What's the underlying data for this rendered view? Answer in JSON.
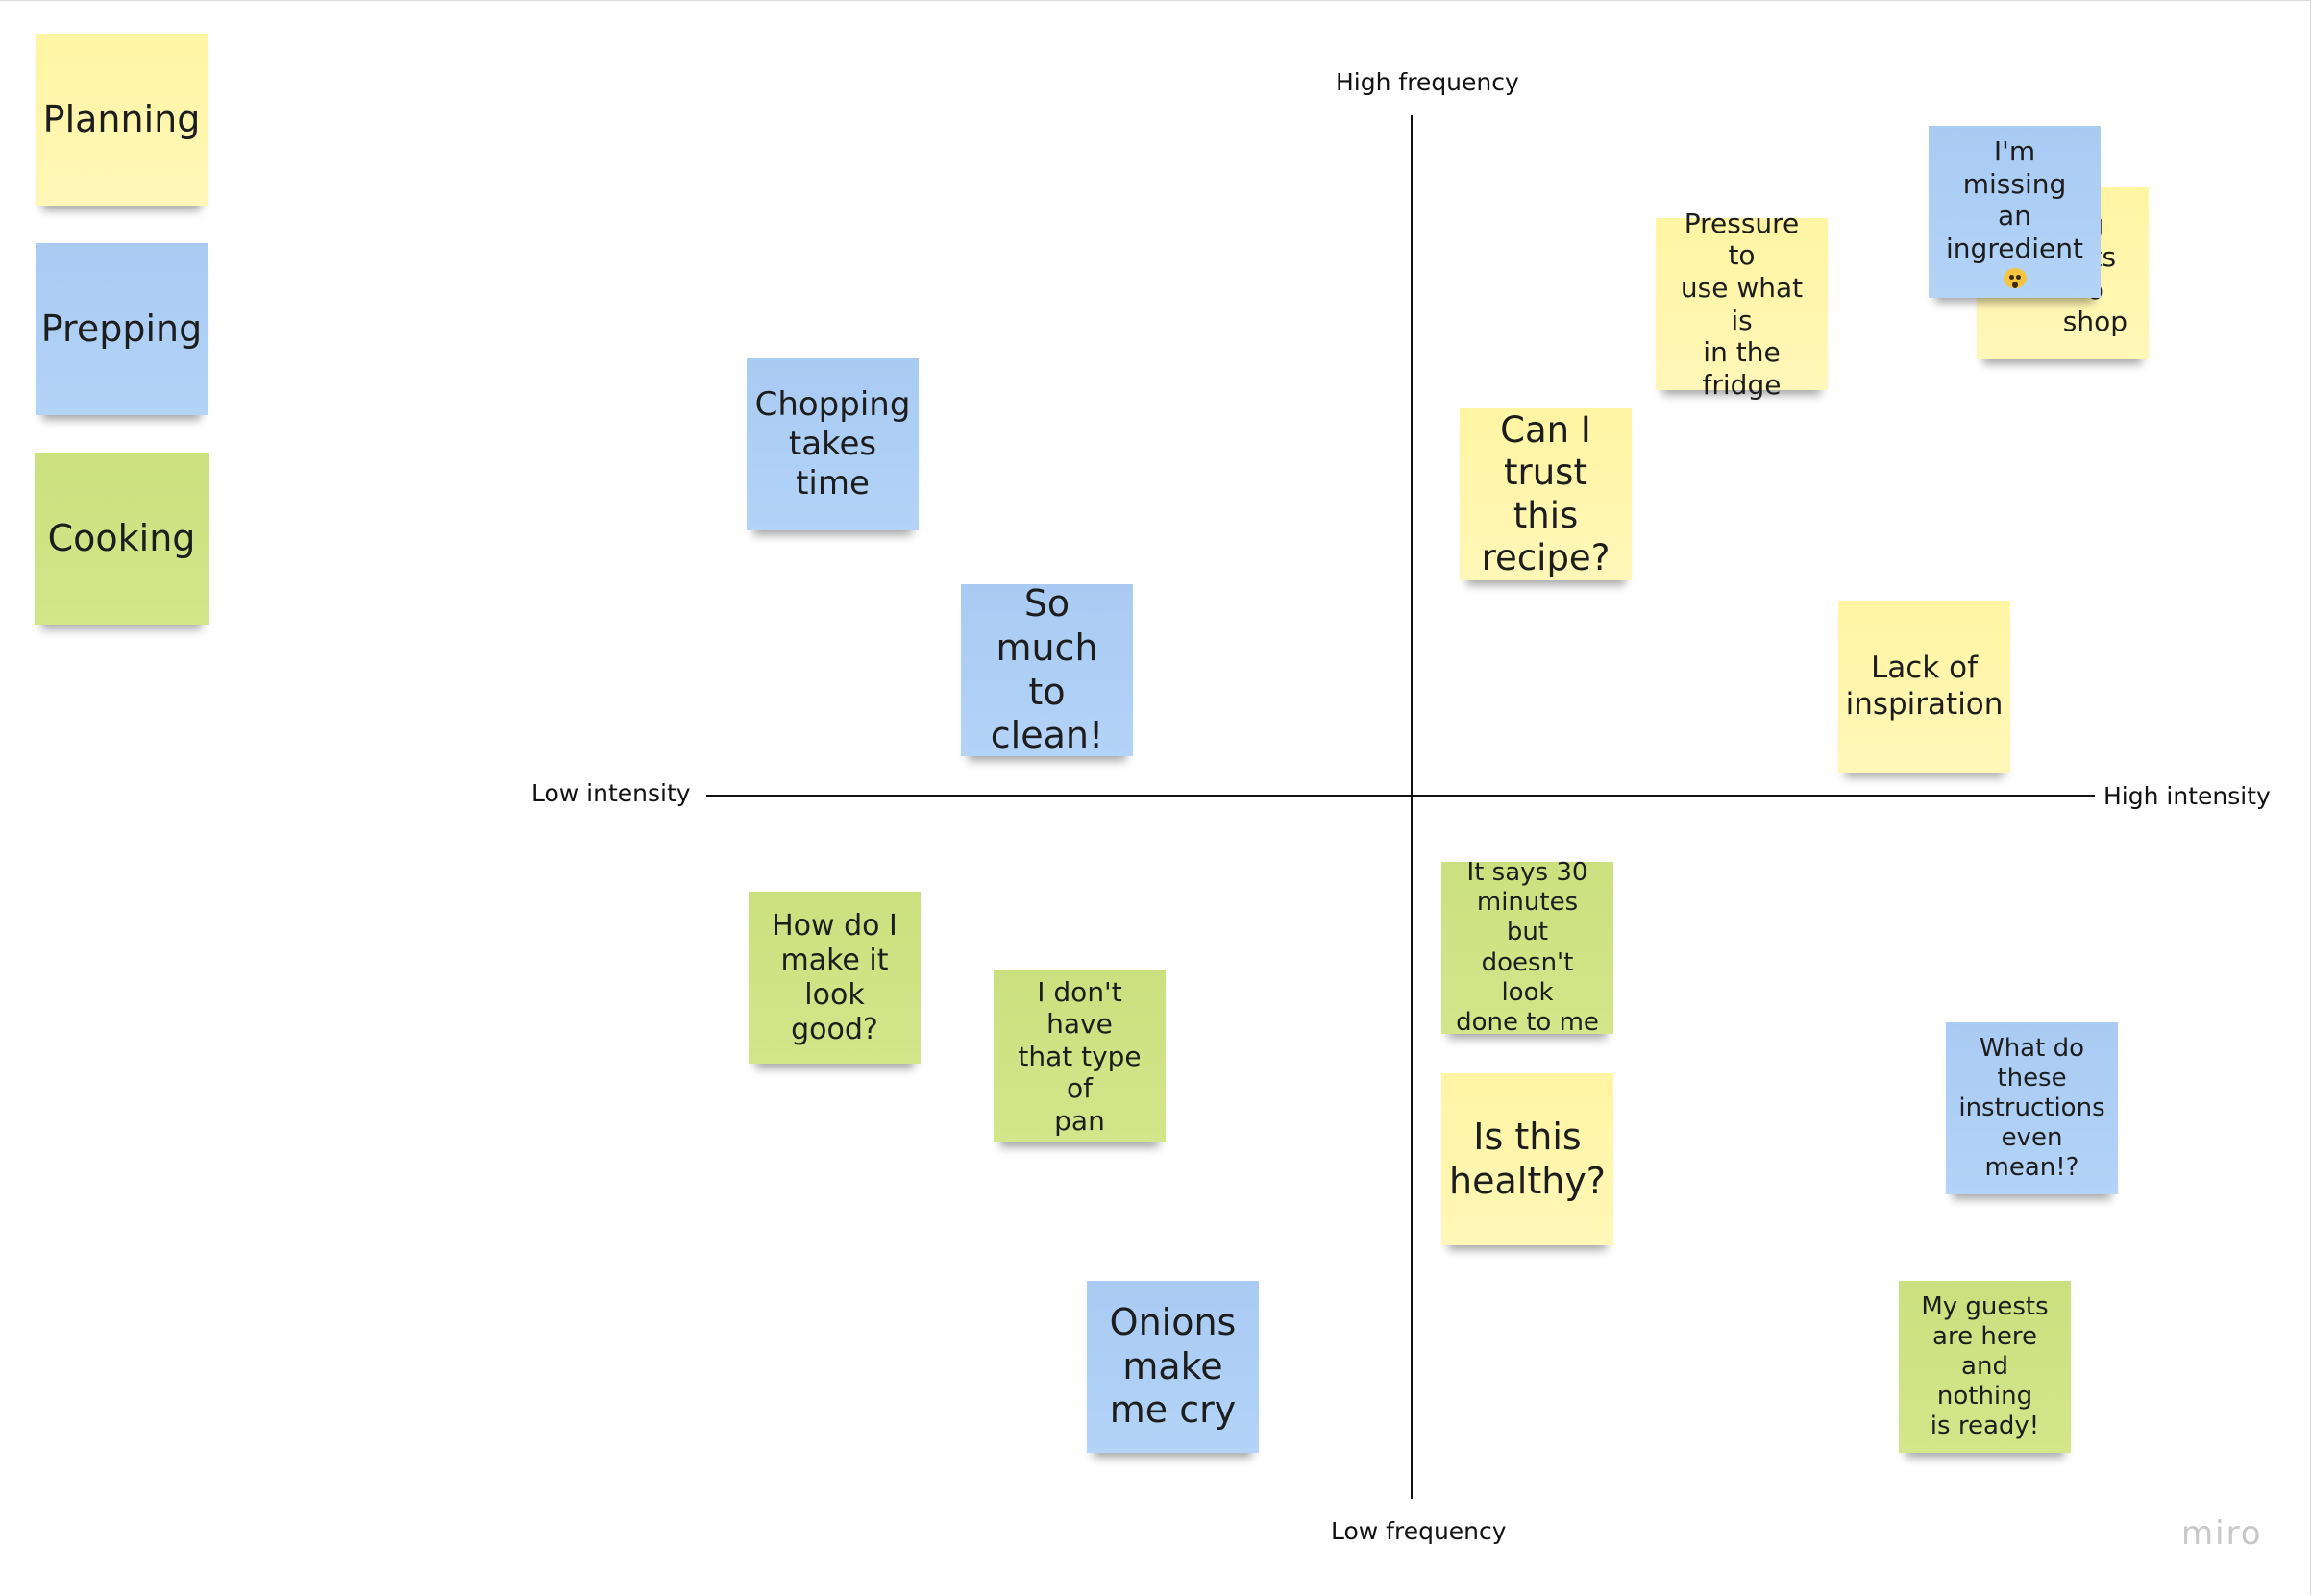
{
  "app": {
    "brand": "miro"
  },
  "colors": {
    "planning": "#fff6a8",
    "prepping": "#aecff5",
    "cooking": "#cfe283",
    "axis": "#111111"
  },
  "axes": {
    "top": "High frequency",
    "bottom": "Low frequency",
    "left": "Low intensity",
    "right": "High intensity"
  },
  "legend": [
    {
      "label": "Planning",
      "category": "planning"
    },
    {
      "label": "Prepping",
      "category": "prepping"
    },
    {
      "label": "Cooking",
      "category": "cooking"
    }
  ],
  "notes": {
    "chopping": "Chopping\ntakes\ntime",
    "clean": "So much\nto clean!",
    "trust": "Can I\ntrust this\nrecipe?",
    "pressure": "Pressure to\nuse what is\nin the\nfridge",
    "missing_ingredient": "I'm missing\nan\ningredient",
    "missing_ingredient_emoji": "scream-emoji",
    "shop_partial": "g\nnts\no\nshop",
    "inspiration": "Lack of\ninspiration",
    "look_good": "How do I\nmake it\nlook good?",
    "pan": "I don't have\nthat type of\npan",
    "onions": "Onions\nmake\nme cry",
    "thirty_minutes": "It says 30\nminutes but\ndoesn't look\ndone to me",
    "healthy": "Is this\nhealthy?",
    "instructions": "What do\nthese\ninstructions\neven mean!?",
    "guests": "My guests\nare here\nand nothing\nis ready!"
  }
}
